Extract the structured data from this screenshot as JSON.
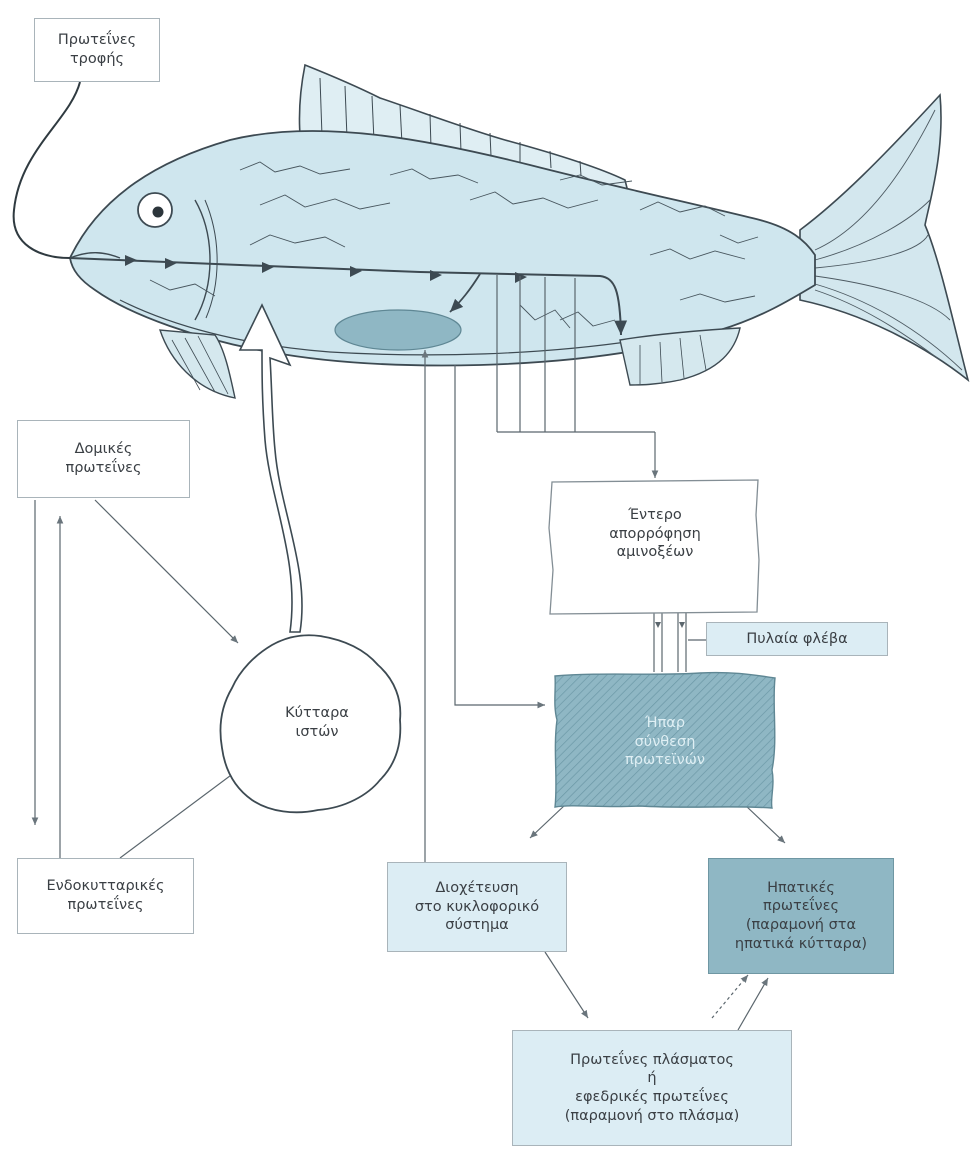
{
  "labels": {
    "dietary_proteins": "Πρωτεΐνες\nτροφής",
    "structural_proteins": "Δομικές\nπρωτεΐνες",
    "intracellular_proteins": "Ενδοκυτταρικές\nπρωτεΐνες",
    "tissue_cells": "Κύτταρα\nιστών",
    "intestine_absorption": "Έντερο\nαπορρόφηση\nαμινοξέων",
    "portal_vein": "Πυλαία φλέβα",
    "liver_synthesis": "Ήπαρ\nσύνθεση\nπρωτεϊνών",
    "circulation": "Διοχέτευση\nστο κυκλοφορικό\nσύστημα",
    "hepatic_proteins": "Ηπατικές\nπρωτεΐνες\n(παραμονή στα\nηπατικά κύτταρα)",
    "plasma_proteins": "Πρωτεΐνες πλάσματος\nή\nεφεδρικές πρωτεΐνες\n(παραμονή στο πλάσμα)"
  },
  "colors": {
    "fish_body": "#cfe6ee",
    "liver_fill": "#8fb7c4",
    "light_box": "#dcedf4",
    "outline": "#3d4a52"
  }
}
